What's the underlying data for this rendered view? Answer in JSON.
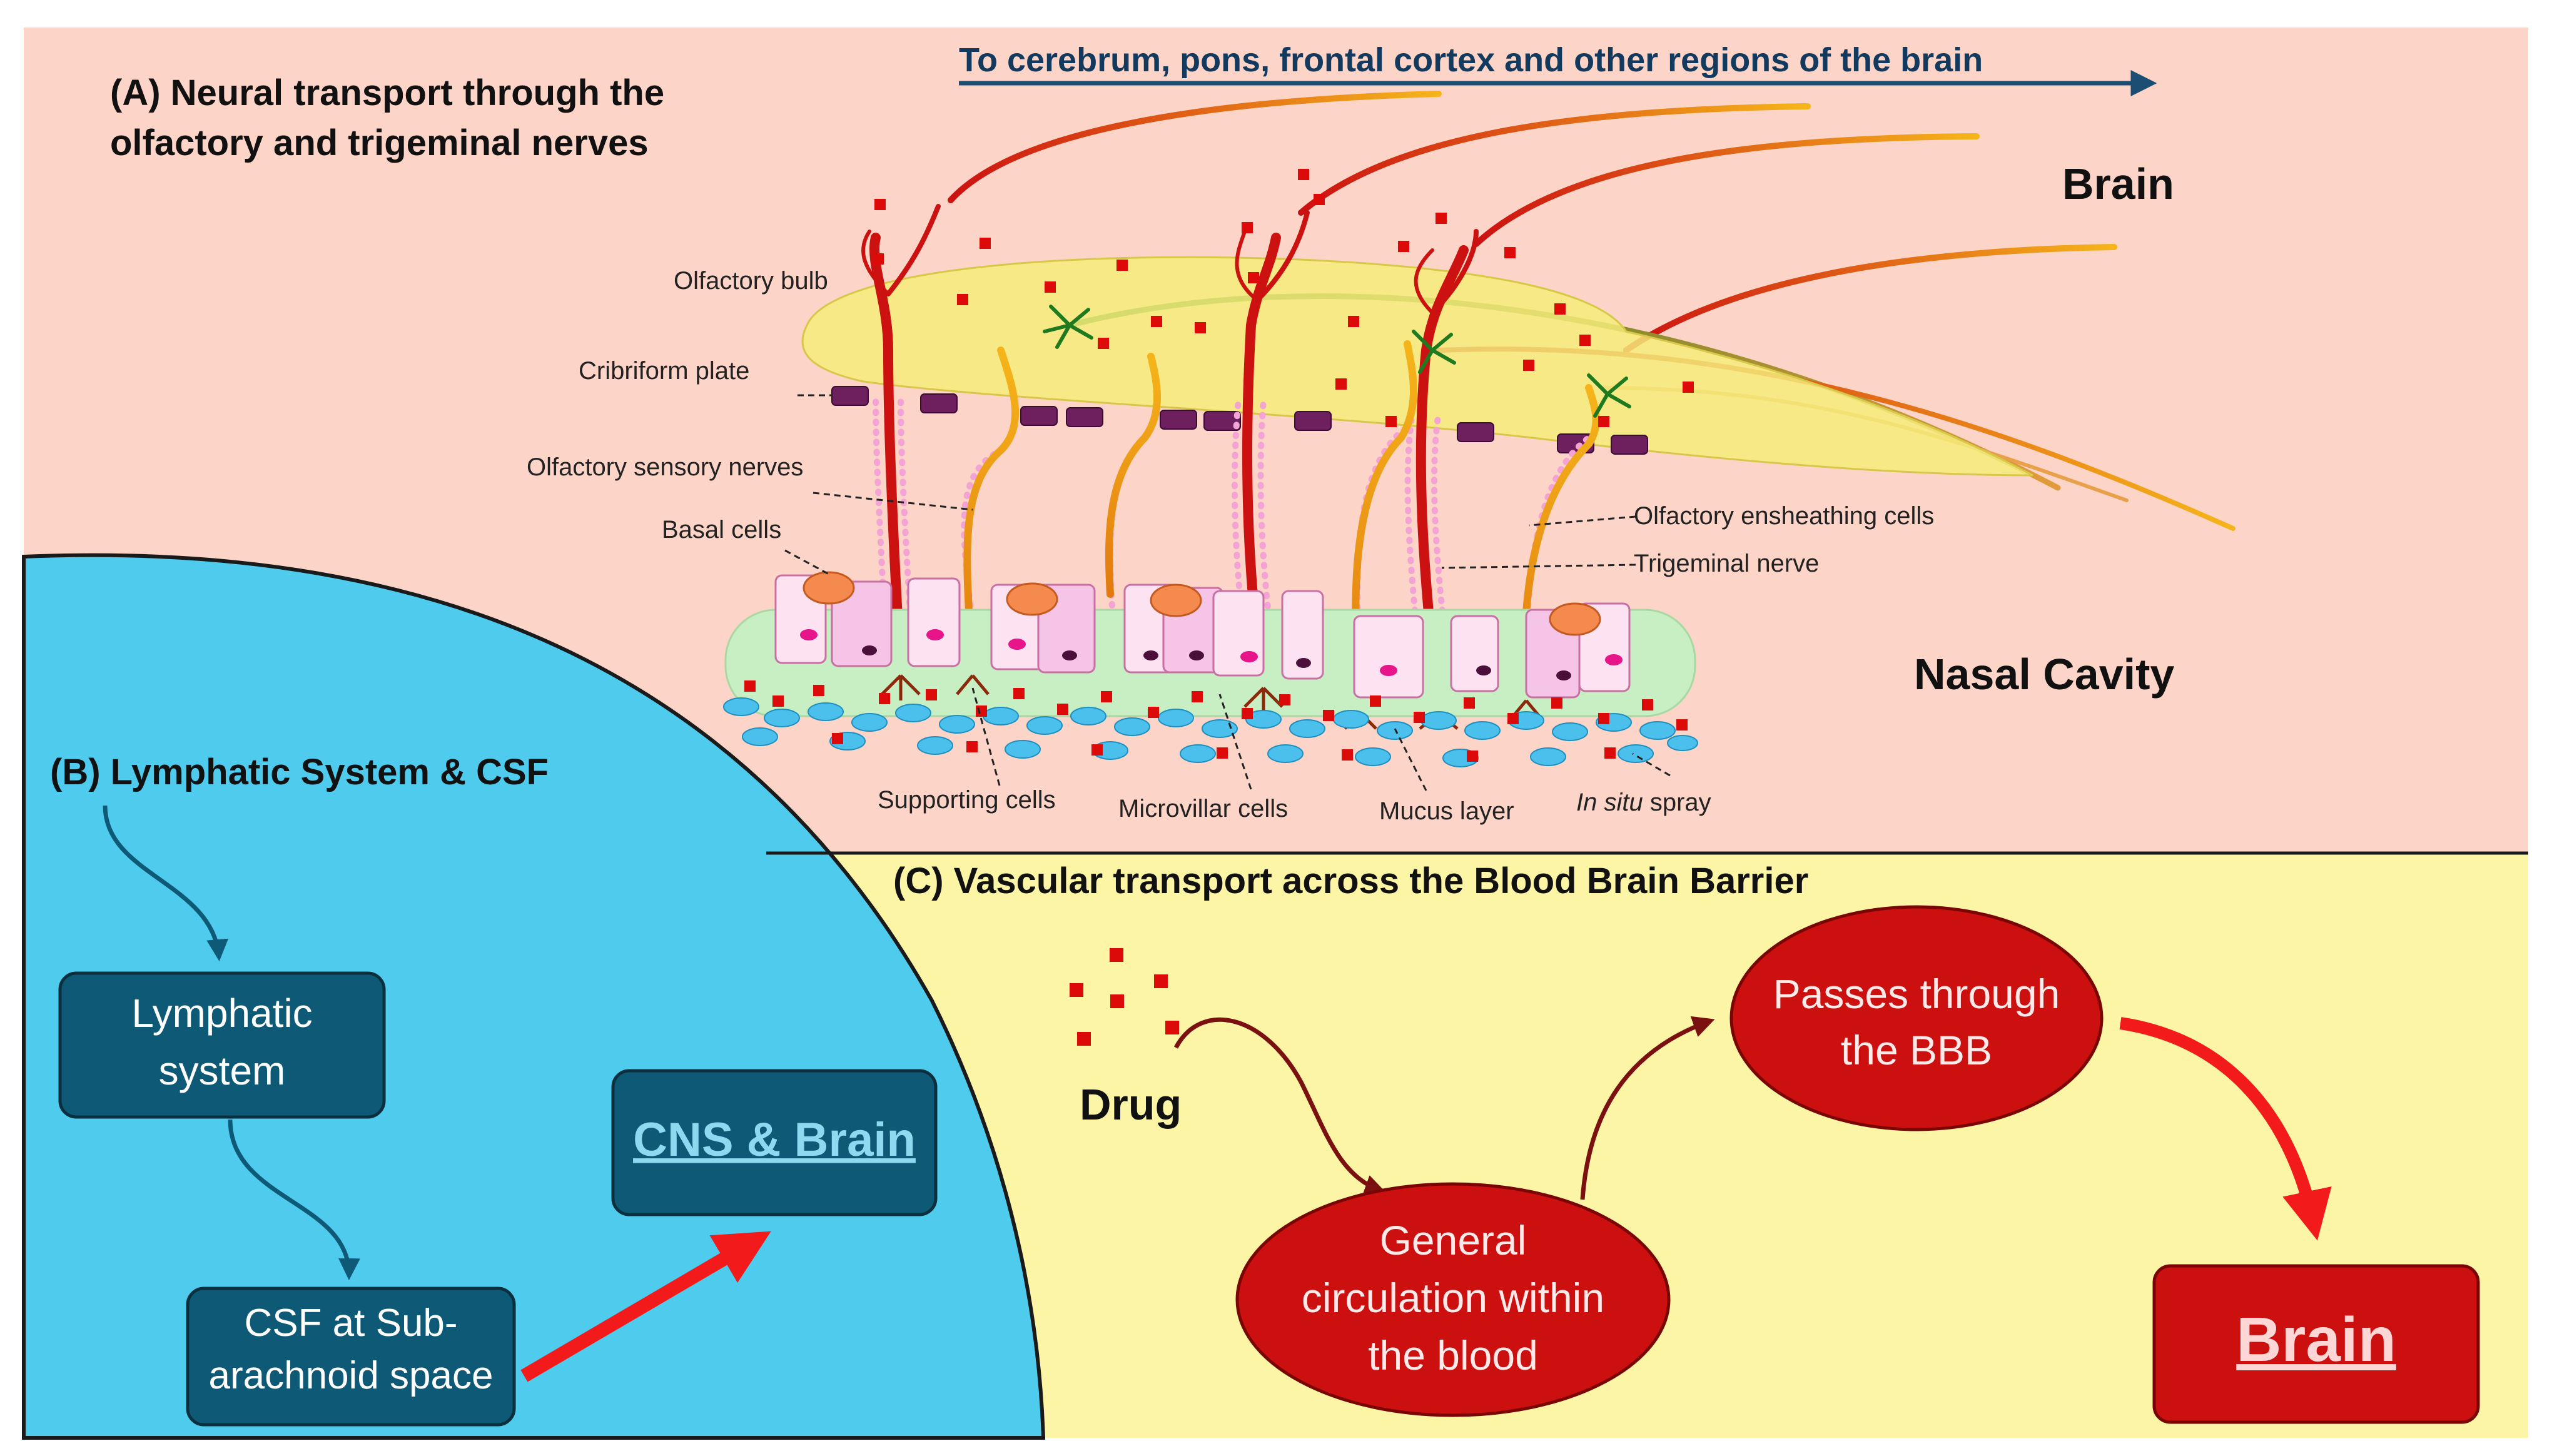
{
  "panel_a": {
    "title_line1": "(A) Neural transport through the",
    "title_line2": "olfactory and trigeminal nerves",
    "top_arrow_label": "To cerebrum, pons, frontal cortex and other regions of the brain",
    "brain_label": "Brain",
    "nasal_cavity_label": "Nasal Cavity",
    "labels": {
      "olfactory_bulb": "Olfactory bulb",
      "cribriform_plate": "Cribriform plate",
      "olfactory_sensory_nerves": "Olfactory sensory nerves",
      "basal_cells": "Basal cells",
      "olfactory_ensheathing_cells": "Olfactory ensheathing cells",
      "trigeminal_nerve": "Trigeminal nerve",
      "supporting_cells": "Supporting cells",
      "microvillar_cells": "Microvillar cells",
      "mucus_layer": "Mucus layer",
      "in_situ_italic": "In situ",
      "in_situ_rest": " spray"
    }
  },
  "panel_b": {
    "title": "(B) Lymphatic System & CSF",
    "lymphatic_line1": "Lymphatic",
    "lymphatic_line2": "system",
    "csf_line1": "CSF at Sub-",
    "csf_line2": "arachnoid space",
    "cns": "CNS & Brain"
  },
  "panel_c": {
    "title": "(C) Vascular transport across the Blood Brain Barrier",
    "drug": "Drug",
    "circ_line1": "General",
    "circ_line2": "circulation within",
    "circ_line3": "the blood",
    "bbb_line1": "Passes through",
    "bbb_line2": "the BBB",
    "brain": "Brain"
  },
  "colors": {
    "panel_a_bg": "#fdd4c8",
    "panel_b_bg": "#4fcbee",
    "panel_c_bg": "#fdf5a6",
    "box_teal": "#0e5a76",
    "red_ellipse": "#cc0f0f",
    "arrow_red": "#f21a1a",
    "nerve_red": "#cc1111",
    "nerve_yellow": "#f5b51a",
    "bulb_yellow": "#f5ec7a"
  }
}
